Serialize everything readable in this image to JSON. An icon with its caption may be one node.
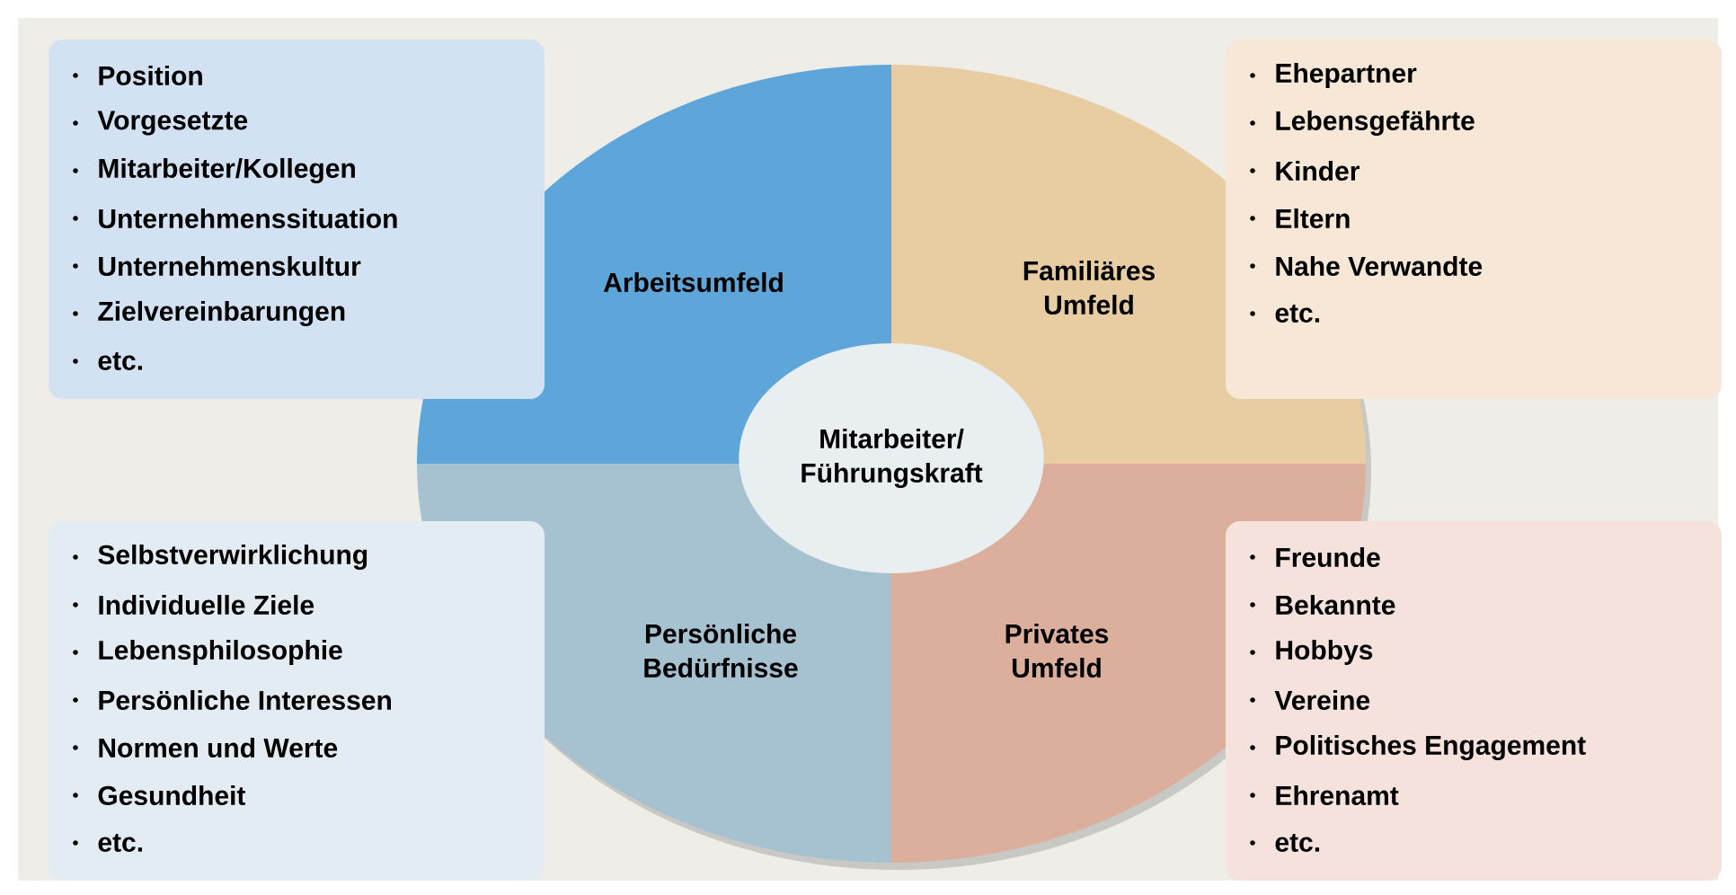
{
  "diagram": {
    "nodes": [
      {
        "text": [
          "Position",
          "Vorgesetzte",
          "Mitarbeiter/Kollegen",
          "Unternehmenssituation",
          "Unternehmenskultur",
          "Zielvereinbarungen",
          "etc."
        ]
      },
      {
        "text": [
          "Arbeitsumfeld"
        ]
      },
      {
        "text": [
          "Familiäres Umfeld"
        ]
      },
      {
        "text": [
          "Ehepartner",
          "Lebensgefährte",
          "Kinder",
          "Eltern",
          "Nahe Verwandte",
          "etc."
        ]
      },
      {
        "text": [
          "Mitarbeiter/ Führungskraft"
        ]
      },
      {
        "text": [
          "Selbstverwirklichung",
          "Individuelle Ziele",
          "Lebensphilosophie",
          "Persönliche Interessen",
          "Normen und Werte",
          "Gesundheit",
          "etc."
        ]
      },
      {
        "text": [
          "Persönliche Bedürfnisse"
        ]
      },
      {
        "text": [
          "Privates Umfeld"
        ]
      },
      {
        "text": [
          "Freunde",
          "Bekannte",
          "Hobbys",
          "Vereine",
          "Politisches Engagement",
          "Ehrenamt",
          "etc."
        ]
      }
    ]
  }
}
